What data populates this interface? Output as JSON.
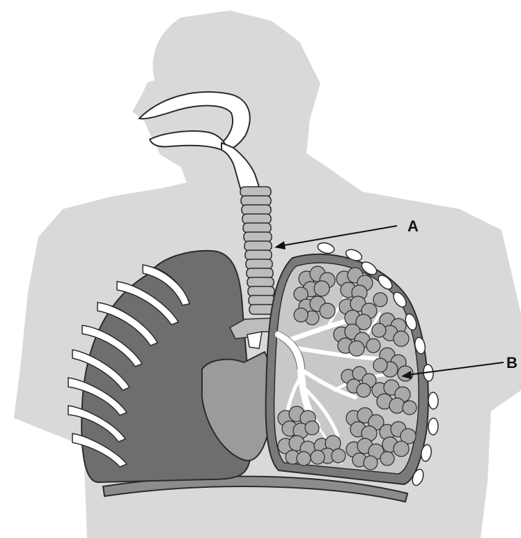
{
  "diagram": {
    "labels": [
      {
        "id": "A",
        "text": "A"
      },
      {
        "id": "B",
        "text": "B"
      }
    ]
  },
  "colors": {
    "body_silhouette": "#d9d9d9",
    "right_lung": "#6e6e6e",
    "left_lung_fill": "#c8c8c8",
    "pleura": "#7a7a7a",
    "heart": "#9b9b9b",
    "airway": "#ffffff",
    "trachea_rings": "#bdbdbd",
    "alveoli": "#a9a9a9",
    "outline": "#2b2b2b",
    "diaphragm": "#8c8c8c"
  }
}
